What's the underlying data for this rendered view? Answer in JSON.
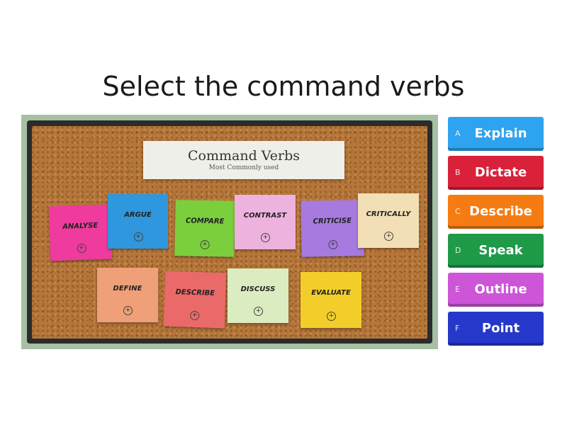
{
  "question": "Select the command verbs",
  "board": {
    "title": "Command Verbs",
    "subtitle": "Most Commonly used",
    "plus_glyph": "+",
    "notes": [
      {
        "word": "ANALYSE",
        "color": "#ee3b9d"
      },
      {
        "word": "ARGUE",
        "color": "#2f97dd"
      },
      {
        "word": "COMPARE",
        "color": "#7bcf3d"
      },
      {
        "word": "CONTRAST",
        "color": "#eeb2df"
      },
      {
        "word": "CRITICISE",
        "color": "#a77adf"
      },
      {
        "word": "CRITICALLY",
        "color": "#f2dfb6"
      },
      {
        "word": "DEFINE",
        "color": "#efa079"
      },
      {
        "word": "DESCRIBE",
        "color": "#ea6a6a"
      },
      {
        "word": "DISCUSS",
        "color": "#dcecc1"
      },
      {
        "word": "EVALUATE",
        "color": "#f3ce2a"
      }
    ]
  },
  "answers": [
    {
      "letter": "A",
      "label": "Explain",
      "color": "#2ea3ef"
    },
    {
      "letter": "B",
      "label": "Dictate",
      "color": "#d9213a"
    },
    {
      "letter": "C",
      "label": "Describe",
      "color": "#f57c12"
    },
    {
      "letter": "D",
      "label": "Speak",
      "color": "#1f9a48"
    },
    {
      "letter": "E",
      "label": "Outline",
      "color": "#cc55d8"
    },
    {
      "letter": "F",
      "label": "Point",
      "color": "#2638c9"
    }
  ]
}
